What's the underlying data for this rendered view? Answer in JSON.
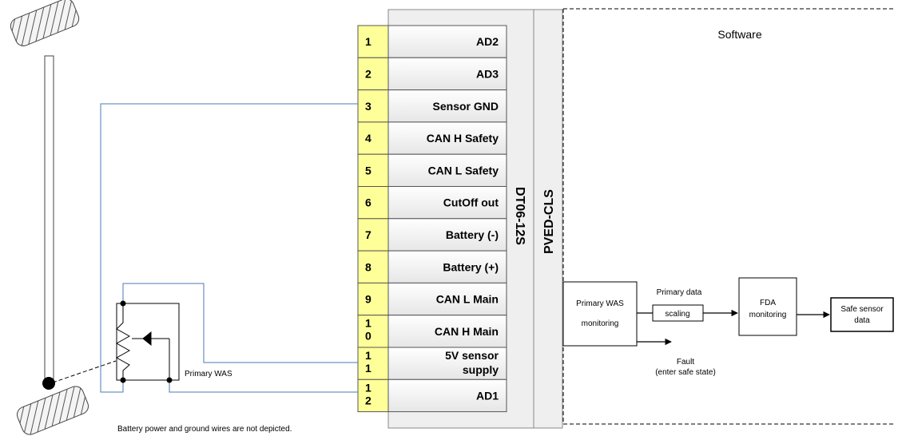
{
  "software_label": "Software",
  "connector_label": "DT06-12S",
  "controller_label": "PVED-CLS",
  "pins": [
    {
      "num": [
        "1"
      ],
      "label": [
        "AD2"
      ]
    },
    {
      "num": [
        "2"
      ],
      "label": [
        "AD3"
      ]
    },
    {
      "num": [
        "3"
      ],
      "label": [
        "Sensor GND"
      ]
    },
    {
      "num": [
        "4"
      ],
      "label": [
        "CAN H Safety"
      ]
    },
    {
      "num": [
        "5"
      ],
      "label": [
        "CAN L Safety"
      ]
    },
    {
      "num": [
        "6"
      ],
      "label": [
        "CutOff out"
      ]
    },
    {
      "num": [
        "7"
      ],
      "label": [
        "Battery (-)"
      ]
    },
    {
      "num": [
        "8"
      ],
      "label": [
        "Battery (+)"
      ]
    },
    {
      "num": [
        "9"
      ],
      "label": [
        "CAN L Main"
      ]
    },
    {
      "num": [
        "1",
        "0"
      ],
      "label": [
        "CAN H Main"
      ]
    },
    {
      "num": [
        "1",
        "1"
      ],
      "label": [
        "5V sensor",
        "supply"
      ]
    },
    {
      "num": [
        "1",
        "2"
      ],
      "label": [
        "AD1"
      ]
    }
  ],
  "sensor_label": "Primary WAS",
  "footnote": "Battery power and ground wires are not depicted.",
  "blocks": {
    "monitoring": [
      "Primary WAS",
      "monitoring"
    ],
    "primary_data": "Primary data",
    "scaling": "scaling",
    "fda": [
      "FDA",
      "monitoring"
    ],
    "safe": [
      "Safe sensor",
      "data"
    ],
    "fault": [
      "Fault",
      "(enter safe state)"
    ]
  },
  "colors": {
    "wire": "#4a78b8",
    "pin_fill": "#ffff99"
  }
}
